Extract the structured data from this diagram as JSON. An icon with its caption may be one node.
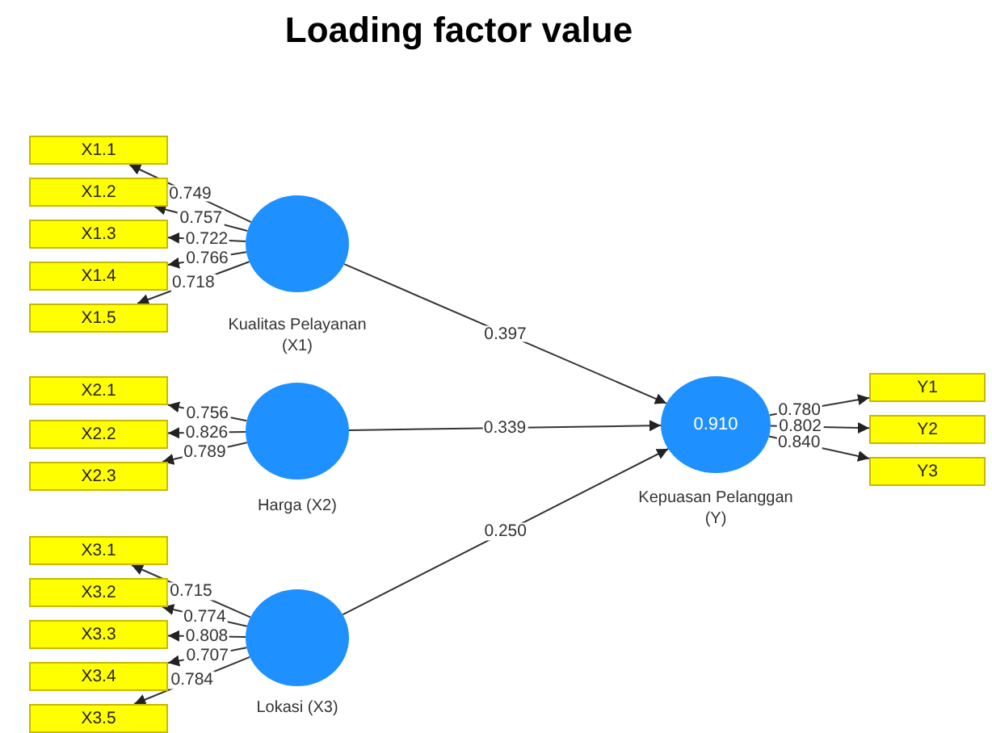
{
  "diagram": {
    "title": "Loading factor value",
    "nodes": [
      {
        "text": [
          "X1.1"
        ]
      },
      {
        "text": [
          "X1.2"
        ]
      },
      {
        "text": [
          "X1.3"
        ]
      },
      {
        "text": [
          "X1.4"
        ]
      },
      {
        "text": [
          "X1.5"
        ]
      },
      {
        "text": [],
        "shape": "circle",
        "beside": [
          "Kualitas Pelayanan (X1)"
        ]
      },
      {
        "text": [
          "X2.1"
        ]
      },
      {
        "text": [
          "X2.2"
        ]
      },
      {
        "text": [
          "X2.3"
        ]
      },
      {
        "text": [],
        "shape": "circle",
        "beside": [
          "Harga (X2)"
        ]
      },
      {
        "text": [
          "X3.1"
        ]
      },
      {
        "text": [
          "X3.2"
        ]
      },
      {
        "text": [
          "X3.3"
        ]
      },
      {
        "text": [
          "X3.4"
        ]
      },
      {
        "text": [
          "X3.5"
        ]
      },
      {
        "text": [],
        "shape": "circle",
        "beside": [
          "Lokasi (X3)"
        ]
      },
      {
        "text": [
          "0.910"
        ],
        "beside": [
          "Kepuasan Pelanggan (Y)"
        ]
      },
      {
        "text": [
          "Y1"
        ]
      },
      {
        "text": [
          "Y2"
        ]
      },
      {
        "text": [
          "Y3"
        ]
      }
    ],
    "edges": [
      {
        "from": 5,
        "to": 0,
        "arrow": "to",
        "label": "0.749"
      },
      {
        "from": 5,
        "to": 1,
        "arrow": "to",
        "label": "0.757"
      },
      {
        "from": 5,
        "to": 2,
        "arrow": "to",
        "label": "0.722"
      },
      {
        "from": 5,
        "to": 3,
        "arrow": "to",
        "label": "0.766"
      },
      {
        "from": 5,
        "to": 4,
        "arrow": "to",
        "label": "0.718"
      },
      {
        "from": 9,
        "to": 6,
        "arrow": "to",
        "label": "0.756"
      },
      {
        "from": 9,
        "to": 7,
        "arrow": "to",
        "label": "0.826"
      },
      {
        "from": 9,
        "to": 8,
        "arrow": "to",
        "label": "0.789"
      },
      {
        "from": 15,
        "to": 10,
        "arrow": "to",
        "label": "0.715"
      },
      {
        "from": 15,
        "to": 11,
        "arrow": "to",
        "label": "0.774"
      },
      {
        "from": 15,
        "to": 12,
        "arrow": "to",
        "label": "0.808"
      },
      {
        "from": 15,
        "to": 13,
        "arrow": "to",
        "label": "0.707"
      },
      {
        "from": 15,
        "to": 14,
        "arrow": "to",
        "label": "0.784"
      },
      {
        "from": 5,
        "to": 16,
        "arrow": "to",
        "label": "0.397"
      },
      {
        "from": 9,
        "to": 16,
        "arrow": "to",
        "label": "0.339"
      },
      {
        "from": 15,
        "to": 16,
        "arrow": "to",
        "label": "0.250"
      },
      {
        "from": 16,
        "to": 17,
        "arrow": "to",
        "label": "0.780"
      },
      {
        "from": 16,
        "to": 18,
        "arrow": "to",
        "label": "0.802"
      },
      {
        "from": 16,
        "to": 19,
        "arrow": "to",
        "label": "0.840"
      }
    ]
  }
}
